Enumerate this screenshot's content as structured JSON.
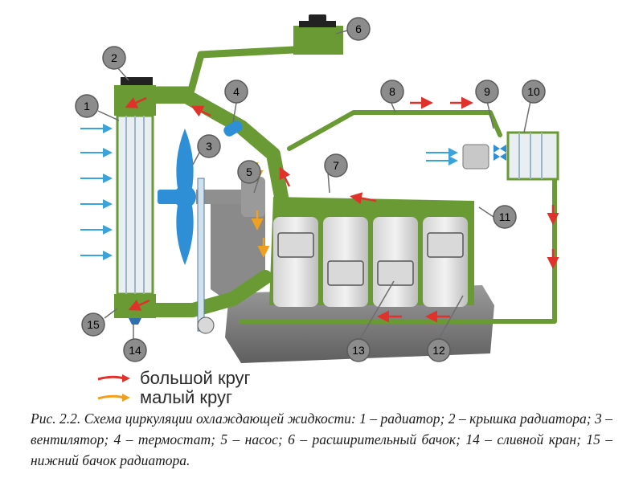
{
  "colors": {
    "coolant": "#6a9a34",
    "coolant_dark": "#4e7a22",
    "fan": "#2e8fd6",
    "arrow_big": "#e0312b",
    "arrow_small": "#f0a020",
    "air": "#3aa3d9",
    "callout": "#8c8c8c"
  },
  "callouts": {
    "n1": "1",
    "n2": "2",
    "n3": "3",
    "n4": "4",
    "n5": "5",
    "n6": "6",
    "n7": "7",
    "n8": "8",
    "n9": "9",
    "n10": "10",
    "n11": "11",
    "n12": "12",
    "n13": "13",
    "n14": "14",
    "n15": "15"
  },
  "legend": {
    "big_circle": "большой круг",
    "small_circle": "малый круг"
  },
  "caption": "Рис. 2.2. Схема циркуляции охлаждающей жидкости: 1 – радиатор; 2 – крышка радиатора; 3 – вентилятор; 4 – термостат; 5 – насос; 6 – расширительный бачок; 14 – сливной кран; 15 – нижний бачок радиатора."
}
